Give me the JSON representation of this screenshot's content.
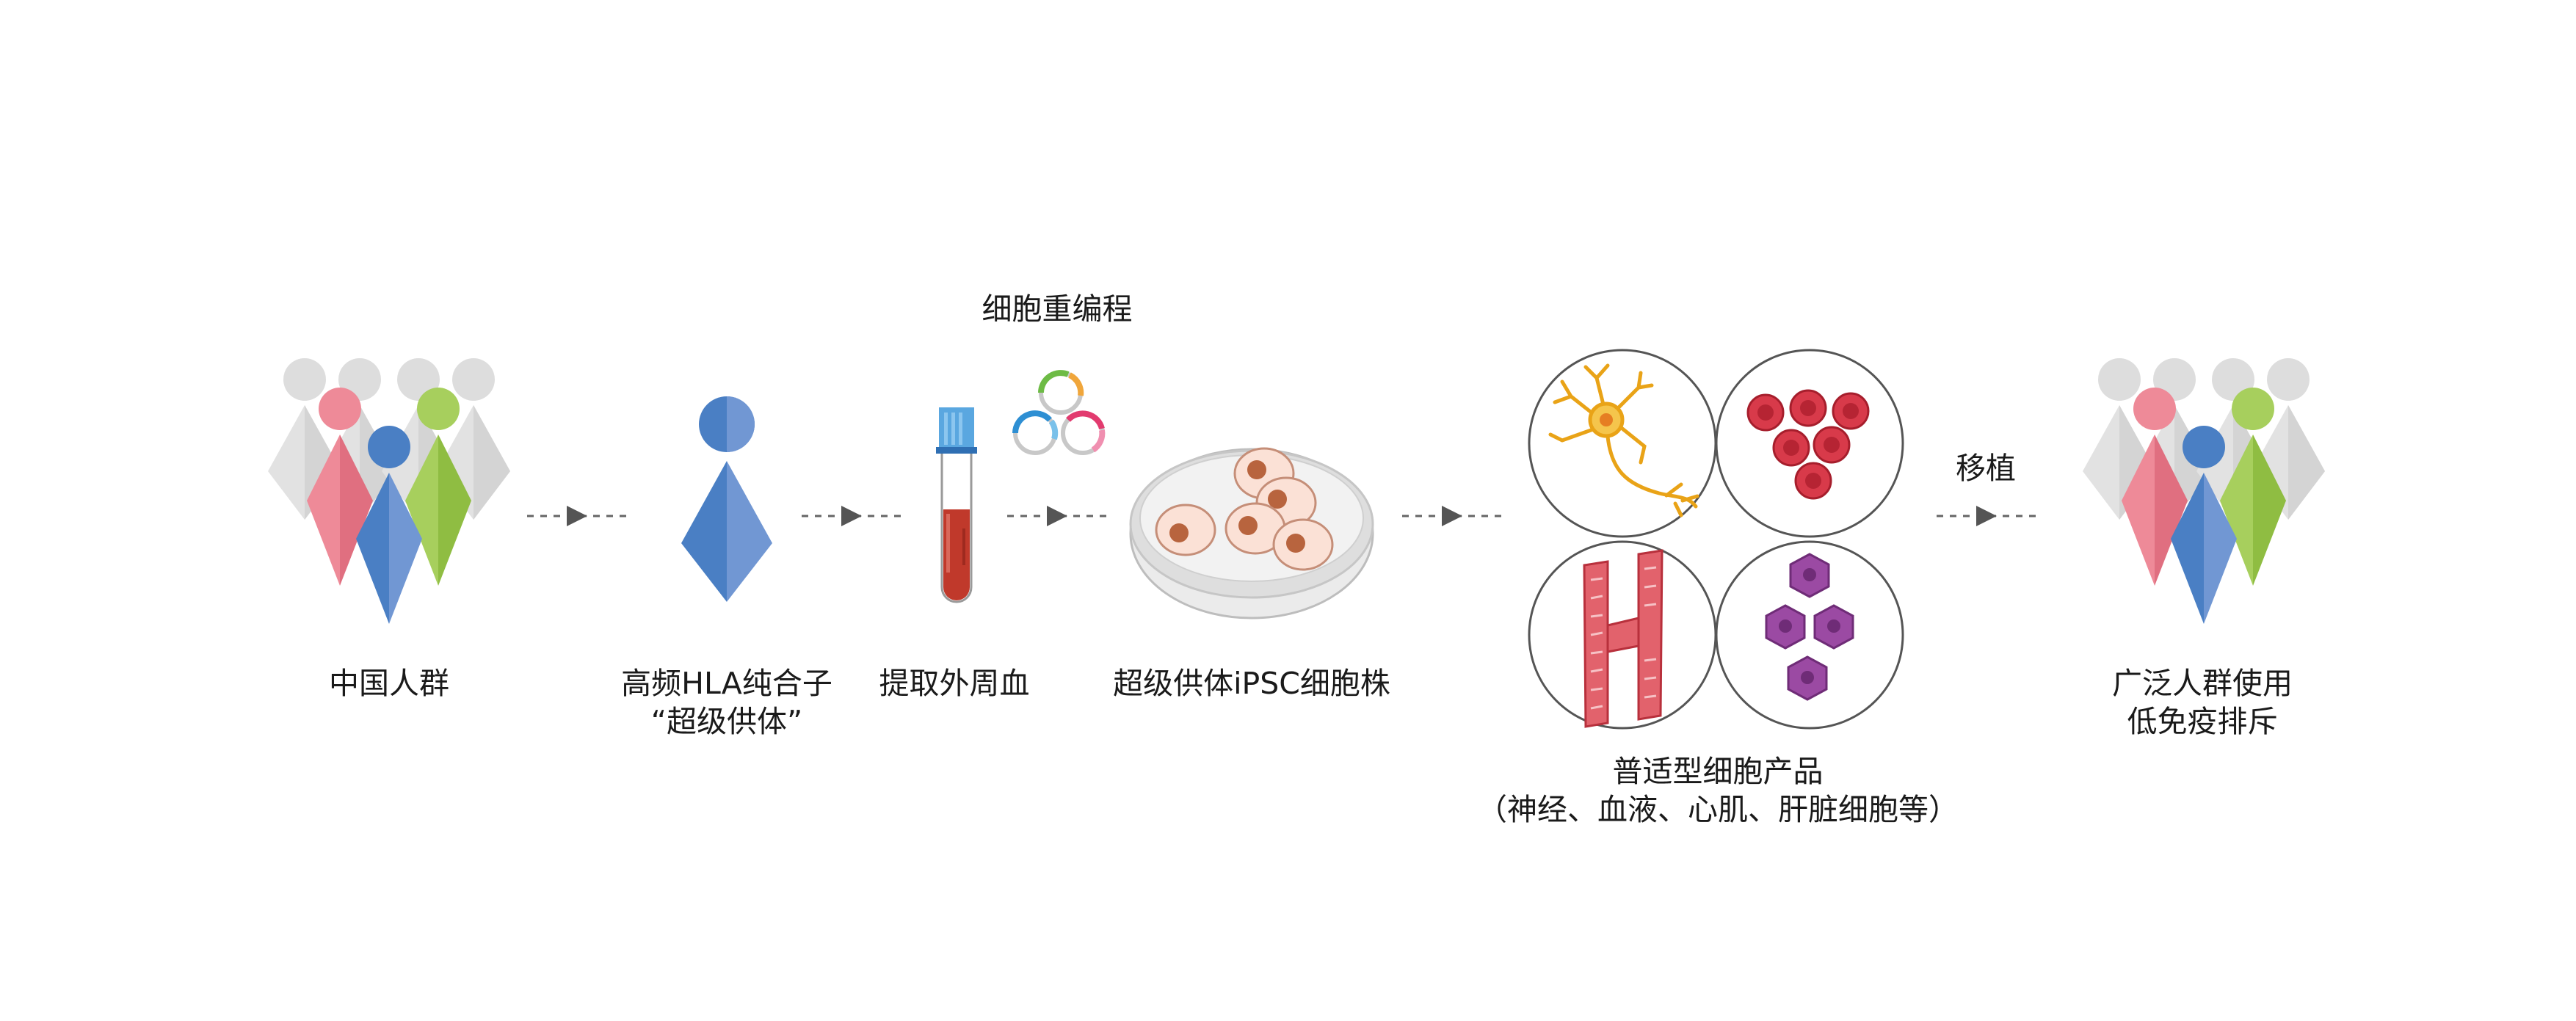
{
  "steps": {
    "population": {
      "label": "中国人群"
    },
    "donor": {
      "line1": "高频HLA纯合子",
      "line2": "“超级供体”"
    },
    "blood": {
      "label": "提取外周血"
    },
    "reprogramming": {
      "label": "细胞重编程"
    },
    "ipsc": {
      "label": "超级供体iPSC细胞株"
    },
    "products": {
      "line1": "普适型细胞产品",
      "line2": "（神经、血液、心肌、肝脏细胞等）"
    },
    "transplant": {
      "label": "移植"
    },
    "usage": {
      "line1": "广泛人群使用",
      "line2": "低免疫排斥"
    }
  },
  "colors": {
    "pink": "#ee8a98",
    "blue": "#4a7fc4",
    "green": "#a7cf5d",
    "gray": "#dcdcdc",
    "blood": "#c0392b",
    "neuron": "#f2b231",
    "red_cell": "#d83a4a",
    "muscle": "#e2626c",
    "liver": "#9b4aa3"
  },
  "icons": [
    "people-group-icon",
    "donor-person-icon",
    "blood-tube-icon",
    "plasmid-icon",
    "petri-dish-icon",
    "neuron-icon",
    "red-blood-cells-icon",
    "cardiomyocyte-icon",
    "hepatocyte-icon",
    "arrow-icon"
  ]
}
